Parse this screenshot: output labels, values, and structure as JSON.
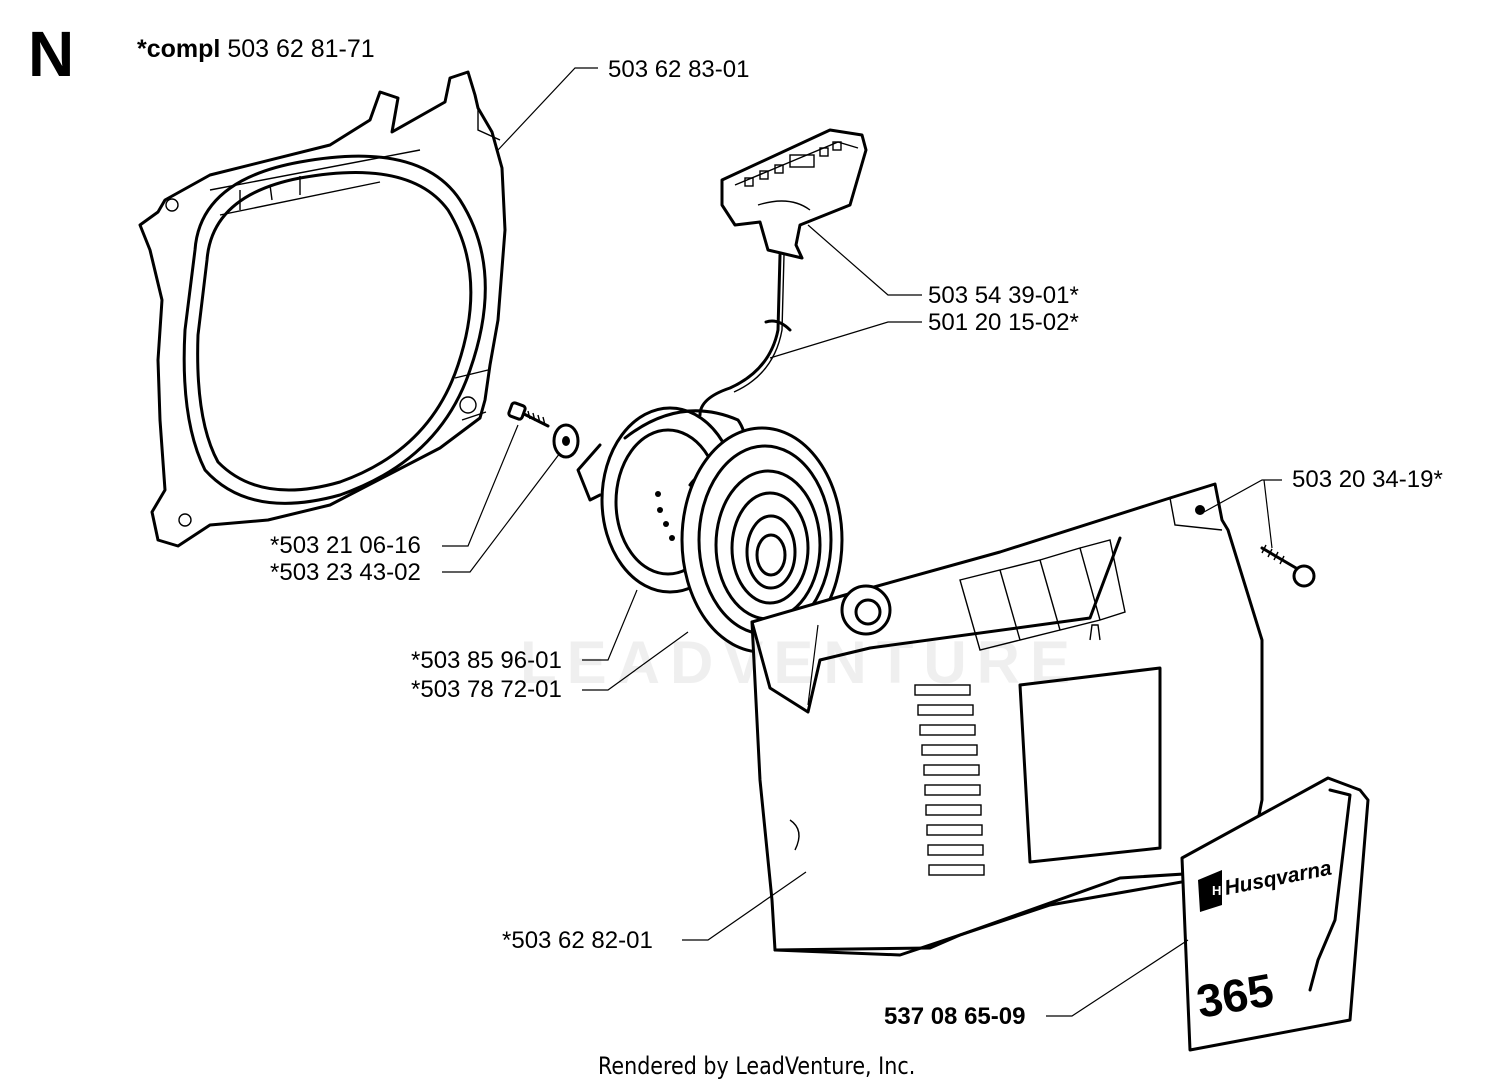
{
  "section": {
    "letter": "N"
  },
  "assembly": {
    "prefix": "*compl",
    "number": "503 62 81-71"
  },
  "labels": {
    "fan_housing": "503 62 83-01",
    "handle": "503 54 39-01*",
    "cord": "501 20 15-02*",
    "screw_bolt": "503 20 34-19*",
    "screw_small": "*503 21 06-16",
    "washer": "*503 23 43-02",
    "pulley": "*503 85 96-01",
    "spring": "*503 78 72-01",
    "starter_cover": "*503 62 82-01",
    "decal": "537 08 65-09"
  },
  "decal": {
    "brand": "Husqvarna",
    "model": "365"
  },
  "watermark": "LEADVENTURE",
  "footer": "Rendered by LeadVenture, Inc."
}
